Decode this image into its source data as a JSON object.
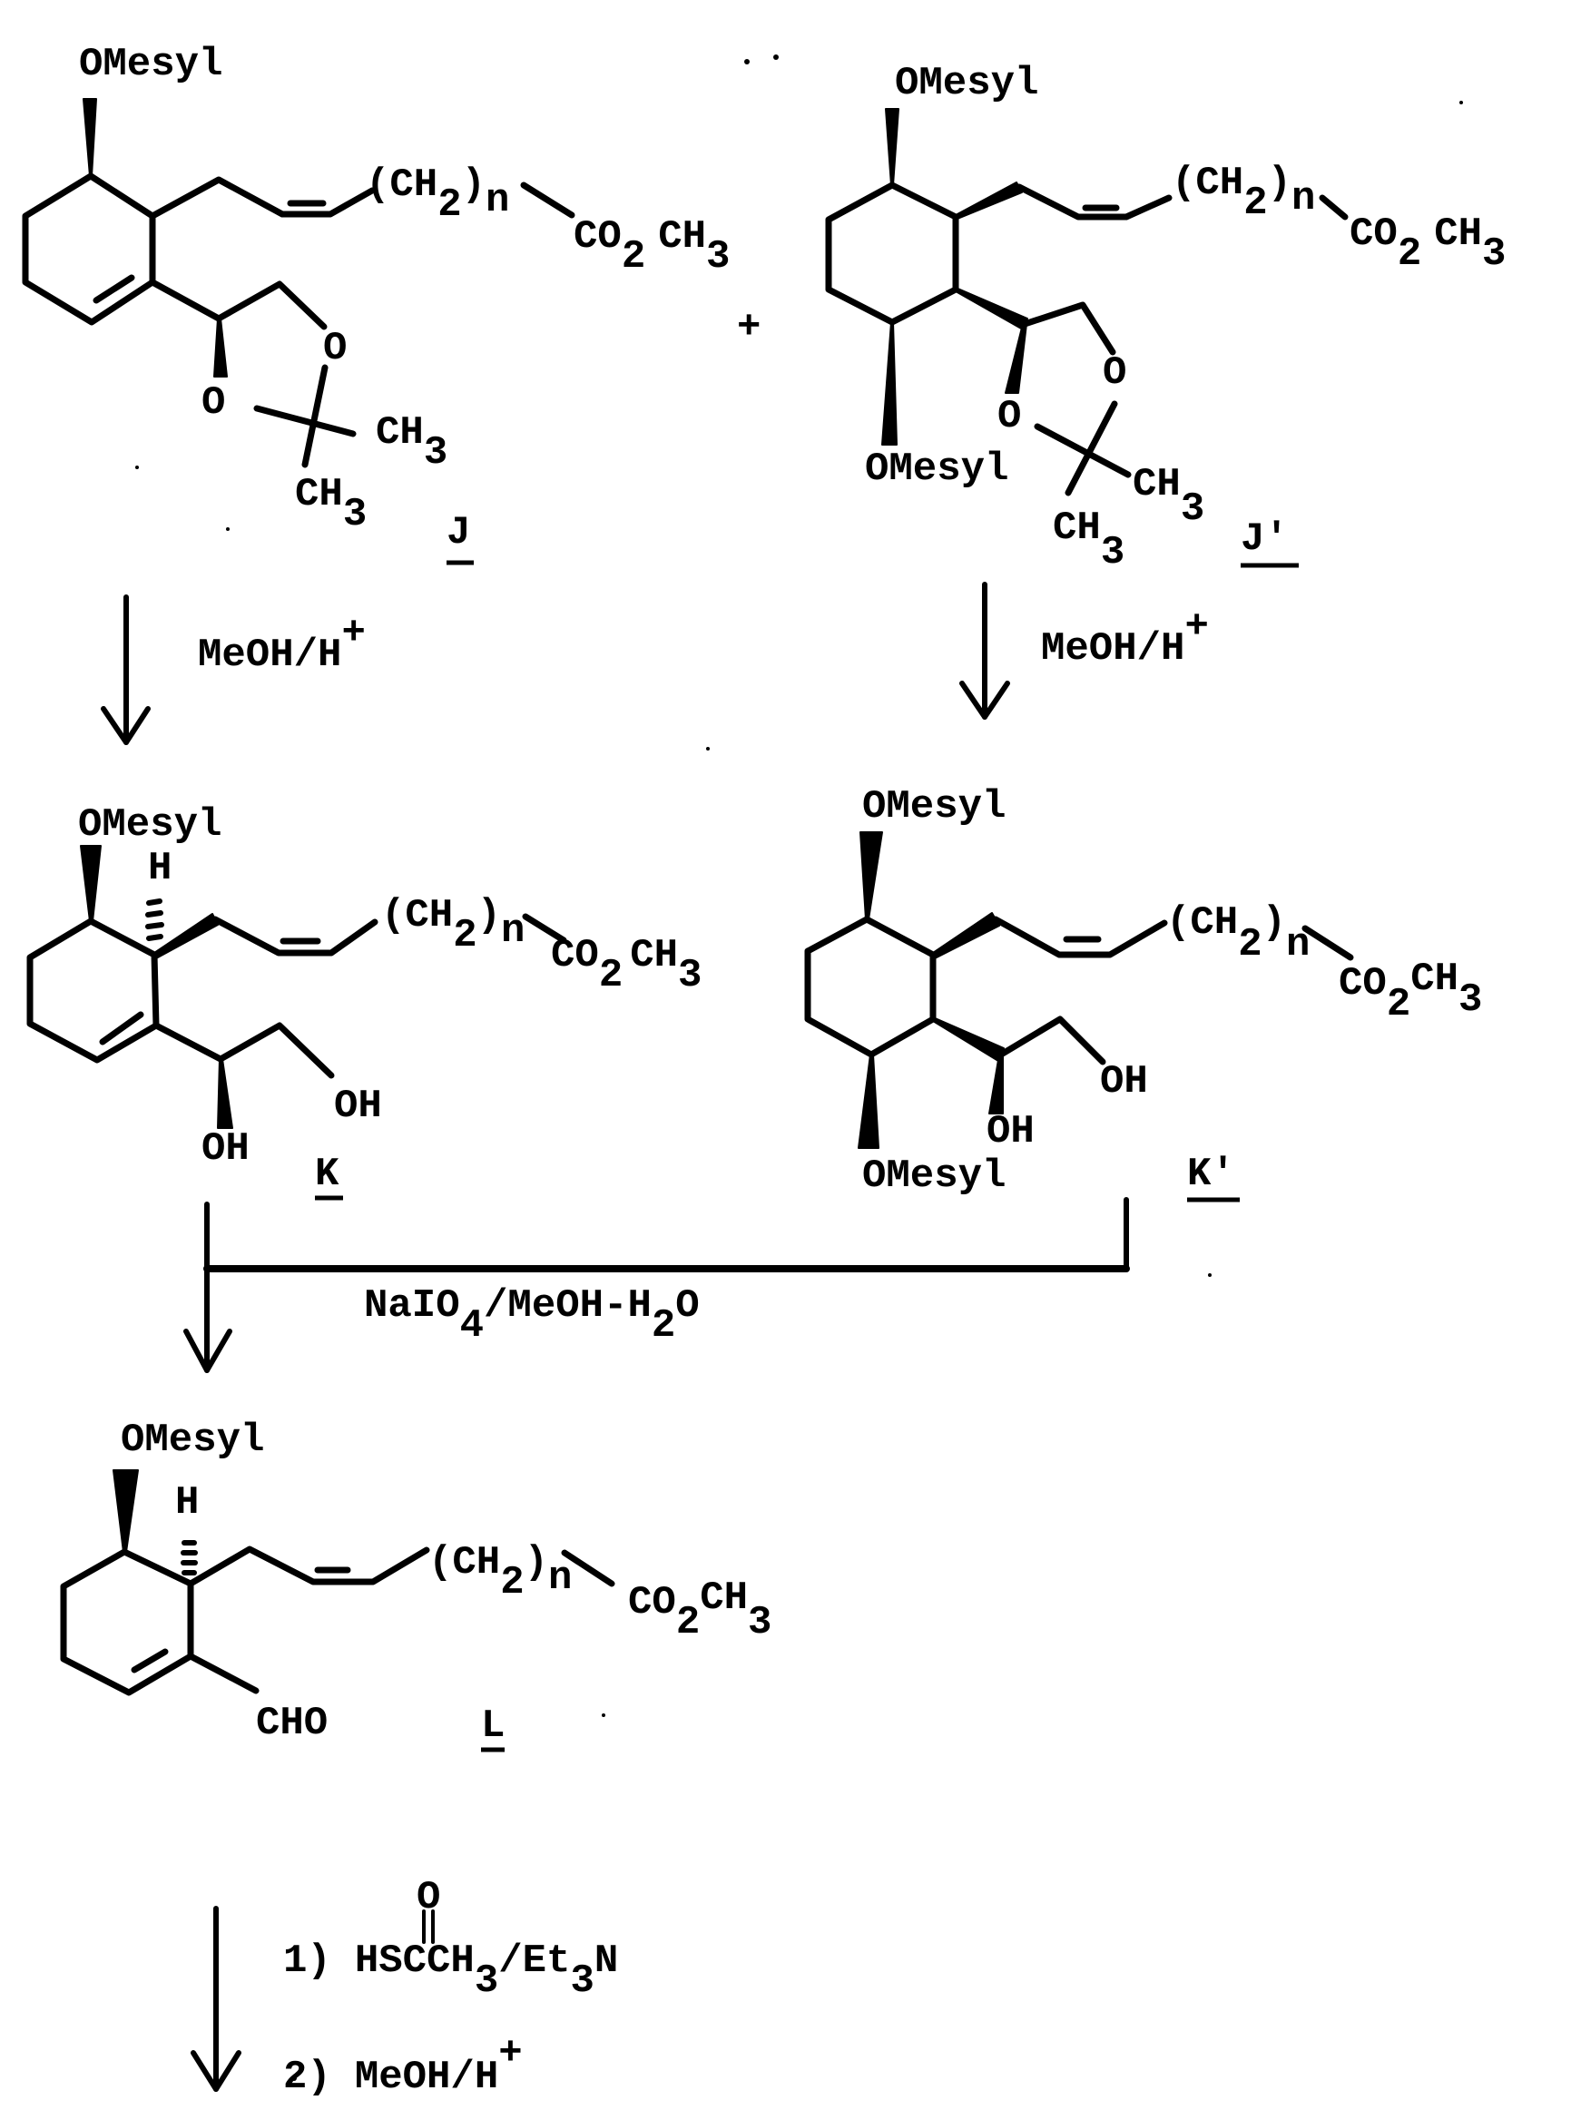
{
  "scheme": {
    "plus_sign": "+",
    "compounds": {
      "J": {
        "label": "J",
        "omesyl_top": "OMesyl",
        "chain": {
          "open": "(CH",
          "sub2": "2",
          "close": ")",
          "n": "n"
        },
        "ester": {
          "co": "CO",
          "sub2": "2",
          "ch": "CH",
          "sub3": "3"
        },
        "o_ring_upper": "O",
        "o_ring_lower": "O",
        "methyl_right": {
          "ch": "CH",
          "sub3": "3"
        },
        "methyl_bottom": {
          "ch": "CH",
          "sub3": "3"
        }
      },
      "J_prime": {
        "label": "J'",
        "omesyl_top": "OMesyl",
        "omesyl_bottom": "OMesyl",
        "chain": {
          "open": "(CH",
          "sub2": "2",
          "close": ")",
          "n": "n"
        },
        "ester": {
          "co": "CO",
          "sub2": "2",
          "ch": "CH",
          "sub3": "3"
        },
        "o_ring_upper": "O",
        "o_ring_lower": "O",
        "methyl_right": {
          "ch": "CH",
          "sub3": "3"
        },
        "methyl_bottom": {
          "ch": "CH",
          "sub3": "3"
        }
      },
      "K": {
        "label": "K",
        "omesyl_top": "OMesyl",
        "h_label": "H",
        "chain": {
          "open": "(CH",
          "sub2": "2",
          "close": ")",
          "n": "n"
        },
        "ester": {
          "co": "CO",
          "sub2": "2",
          "ch": "CH",
          "sub3": "3"
        },
        "oh_primary": "OH",
        "oh_secondary": "OH"
      },
      "K_prime": {
        "label": "K'",
        "omesyl_top": "OMesyl",
        "omesyl_bottom": "OMesyl",
        "chain": {
          "open": "(CH",
          "sub2": "2",
          "close": ")",
          "n": "n"
        },
        "ester": {
          "co": "CO",
          "sub2": "2",
          "ch": "CH",
          "sub3": "3"
        },
        "oh_primary": "OH",
        "oh_secondary": "OH"
      },
      "L": {
        "label": "L",
        "omesyl_top": "OMesyl",
        "h_label": "H",
        "chain": {
          "open": "(CH",
          "sub2": "2",
          "close": ")",
          "n": "n"
        },
        "ester": {
          "co": "CO",
          "sub2": "2",
          "ch": "CH",
          "sub3": "3"
        },
        "aldehyde": "CHO"
      }
    },
    "reactions": {
      "step_J_to_K": {
        "reagent": "MeOH/H",
        "charge": "+"
      },
      "step_Jp_to_Kp": {
        "reagent": "MeOH/H",
        "charge": "+"
      },
      "step_K_to_L": {
        "part1": "NaIO",
        "sub4": "4",
        "part2": "/MeOH-H",
        "sub2": "2",
        "part3": "O"
      },
      "step_L_next": {
        "step1_num": "1)",
        "step1_reagent_a": "HSCCH",
        "step1_sub3a": "3",
        "step1_reagent_b": "/Et",
        "step1_sub3b": "3",
        "step1_reagent_c": "N",
        "step1_carbonyl_o": "O",
        "step2_num": "2)",
        "step2_reagent": "MeOH/H",
        "step2_charge": "+"
      }
    }
  }
}
